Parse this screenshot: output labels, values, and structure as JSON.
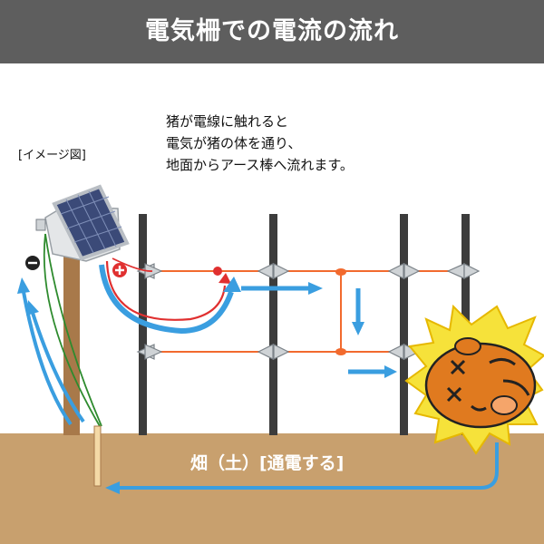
{
  "header": {
    "title": "電気柵での電流の流れ"
  },
  "image_label": "[イメージ図]",
  "caption": [
    "猪が電線に触れると",
    "電気が猪の体を通り、",
    "地面からアース棒へ流れます。"
  ],
  "ground_label": "畑（土）[通電する]",
  "colors": {
    "header_bg": "#5e5e5e",
    "ground": "#c8a06e",
    "wire": "#f26a2e",
    "arrow": "#3a9ee0",
    "red_arrow": "#e03030",
    "post": "#3c3c3c",
    "green_wire": "#2e8b2e"
  },
  "icons": [
    "solar-panel-icon",
    "boar-icon",
    "plus-terminal-icon",
    "minus-terminal-icon"
  ]
}
